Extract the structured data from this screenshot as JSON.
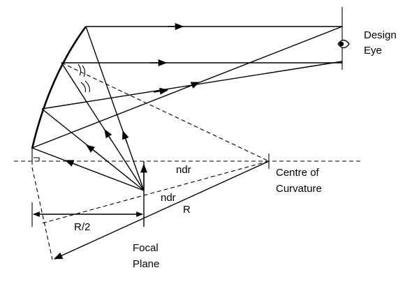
{
  "labels": {
    "design_eye": [
      "Design",
      "Eye"
    ],
    "centre": [
      "Centre of",
      "Curvature"
    ],
    "ndr_upper": "ndr",
    "ndr_lower": "ndr",
    "r": "R",
    "r_half": "R/2",
    "focal": [
      "Focal",
      "Plane"
    ]
  },
  "icons": {
    "eye": "eye-icon"
  }
}
